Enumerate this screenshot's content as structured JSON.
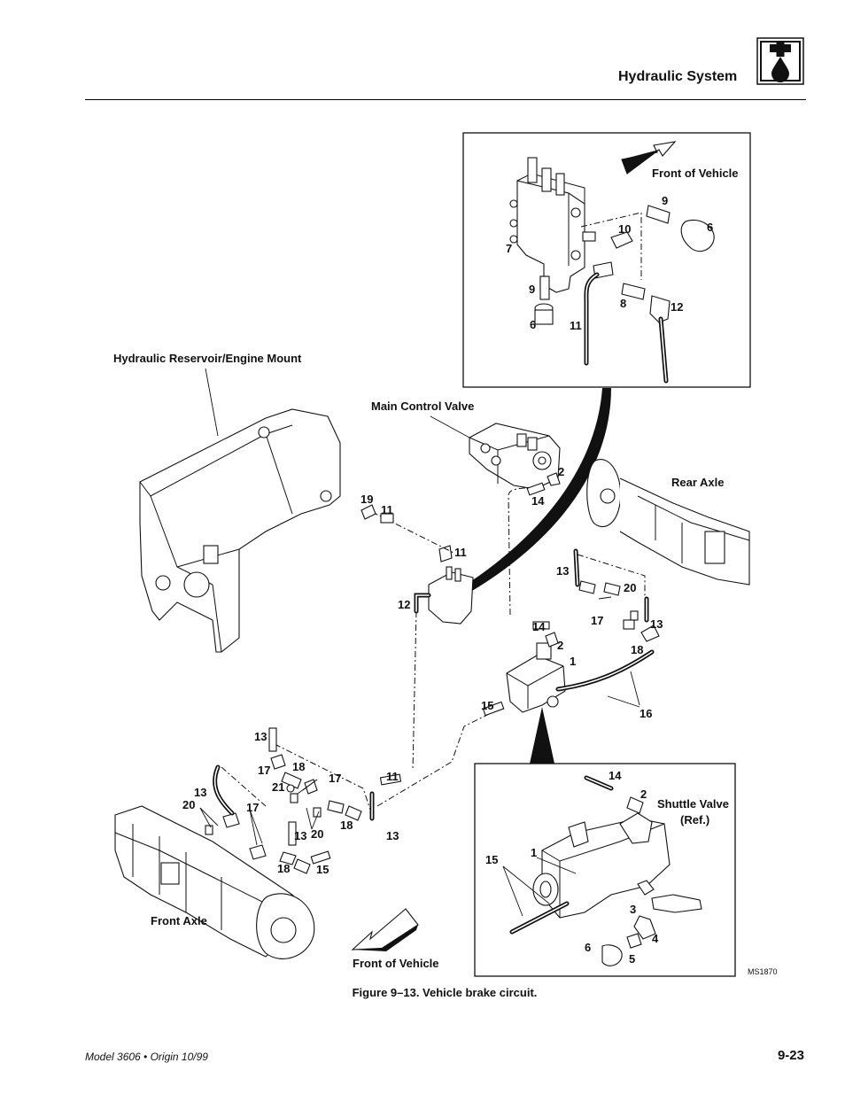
{
  "header": {
    "title": "Hydraulic System",
    "icon": "hydraulic-drop-icon"
  },
  "footer": {
    "model": "Model 3606 • Origin 10/99",
    "page": "9-23"
  },
  "caption": "Figure 9–13.  Vehicle brake circuit.",
  "drawing_code": "MS1870",
  "labels": {
    "reservoir": "Hydraulic Reservoir/Engine Mount",
    "main_valve": "Main Control Valve",
    "rear_axle": "Rear Axle",
    "front_axle": "Front Axle",
    "front_vehicle_top": "Front of Vehicle",
    "front_vehicle_bottom": "Front of Vehicle",
    "shuttle_1": "Shuttle Valve",
    "shuttle_2": "(Ref.)"
  },
  "callouts": {
    "i_9a": "9",
    "i_6a": "6",
    "i_10": "10",
    "i_7": "7",
    "i_9b": "9",
    "i_8": "8",
    "i_12a": "12",
    "i_6b": "6",
    "i_11a": "11",
    "m_19": "19",
    "m_11b": "11",
    "m_11c": "11",
    "m_12b": "12",
    "m_2a": "2",
    "m_14a": "14",
    "m_13a": "13",
    "m_20a": "20",
    "m_17a": "17",
    "m_13b": "13",
    "m_18a": "18",
    "m_14b": "14",
    "m_2b": "2",
    "m_1a": "1",
    "m_15a": "15",
    "m_16": "16",
    "f_13c": "13",
    "f_17b": "17",
    "f_18b": "18",
    "f_21": "21",
    "f_17c": "17",
    "f_13d": "13",
    "f_20b": "20",
    "f_17d": "17",
    "f_11d": "11",
    "f_18c": "18",
    "f_13e": "13",
    "f_13f": "13",
    "f_20c": "20",
    "f_18d": "18",
    "f_15b": "15",
    "s_14": "14",
    "s_2": "2",
    "s_1": "1",
    "s_15": "15",
    "s_3": "3",
    "s_4": "4",
    "s_6": "6",
    "s_5": "5"
  }
}
